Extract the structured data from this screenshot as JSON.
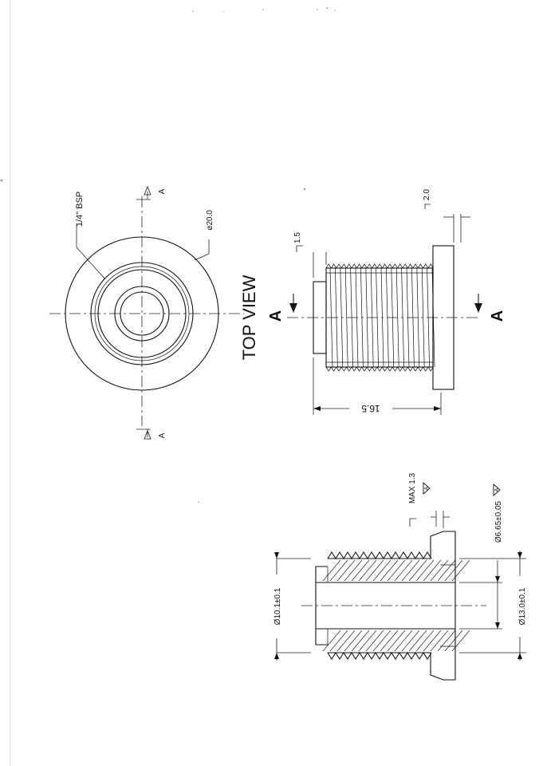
{
  "top_view": {
    "title": "TOP VIEW",
    "thread_label": "1/4\"  BSP",
    "outer_diameter": "ø20.0",
    "section_mark": "A"
  },
  "side_view": {
    "section_mark": "A",
    "dim_length": "16.5",
    "dim_flange_thickness": "2.0",
    "dim_step": "1.5"
  },
  "section_view": {
    "dim_inner_bore": "Ø10.1±0.1",
    "dim_outer": "Ø13.0±0.1",
    "dim_hole": "Ø6.65±0.05",
    "dim_max": "MAX 1.3",
    "datum_symbol": "A"
  }
}
